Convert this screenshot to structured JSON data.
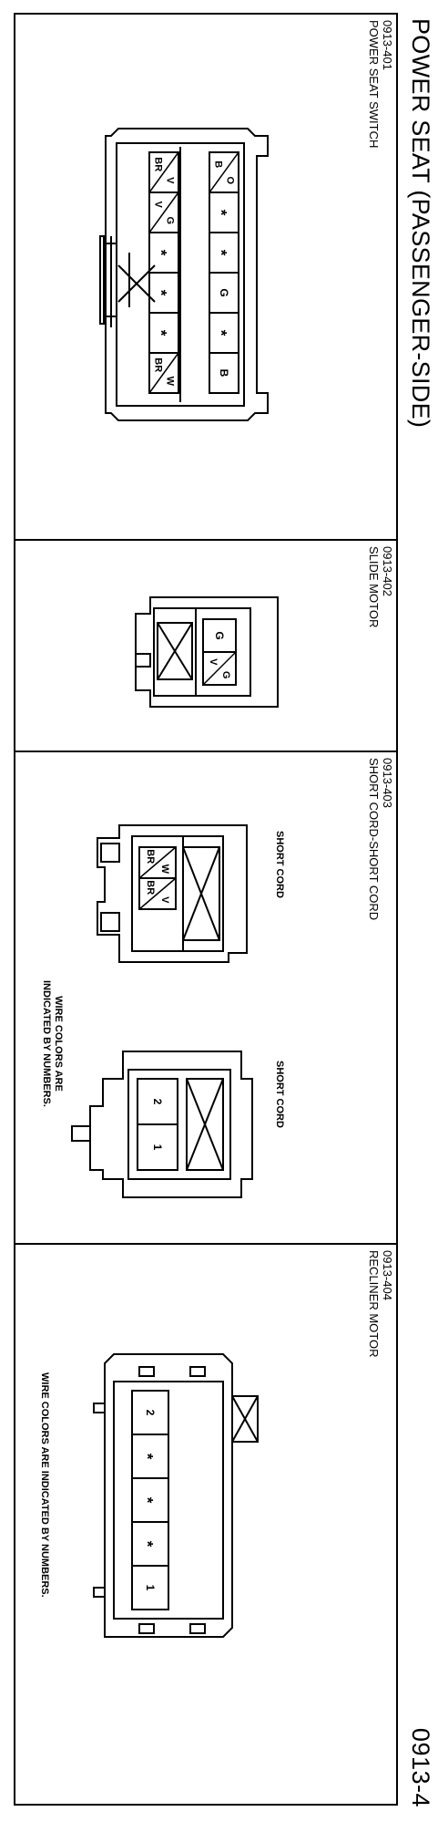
{
  "title": "POWER SEAT (PASSENGER-SIDE)",
  "page_number": "0913-4",
  "panels": [
    {
      "code": "0913-401",
      "name": "POWER SEAT SWITCH",
      "terminals_top": [
        {
          "a": "O",
          "b": "B"
        },
        {
          "a": "*"
        },
        {
          "a": "*"
        },
        {
          "a": "G"
        },
        {
          "a": "*"
        },
        {
          "a": "B"
        }
      ],
      "terminals_bottom": [
        {
          "a": "V",
          "b": "BR"
        },
        {
          "a": "G",
          "b": "V"
        },
        {
          "a": "*"
        },
        {
          "a": "*"
        },
        {
          "a": "*"
        },
        {
          "a": "W",
          "b": "BR"
        }
      ]
    },
    {
      "code": "0913-402",
      "name": "SLIDE MOTOR",
      "terminals": [
        {
          "a": "G"
        },
        {
          "a": "G",
          "b": "V"
        }
      ]
    },
    {
      "code": "0913-403",
      "name": "SHORT CORD-SHORT CORD",
      "connector_labels": [
        "SHORT CORD",
        "SHORT CORD"
      ],
      "female_terminals": [
        {
          "a": "W",
          "b": "BR"
        },
        {
          "a": "V",
          "b": "BR"
        }
      ],
      "male_terminals": [
        {
          "a": "2"
        },
        {
          "a": "1"
        }
      ],
      "note": [
        "WIRE COLORS ARE",
        "INDICATED BY NUMBERS."
      ]
    },
    {
      "code": "0913-404",
      "name": "RECLINER MOTOR",
      "terminals": [
        {
          "a": "2"
        },
        {
          "a": "*"
        },
        {
          "a": "*"
        },
        {
          "a": "*"
        },
        {
          "a": "1"
        }
      ],
      "note": "WIRE COLORS ARE INDICATED BY NUMBERS."
    }
  ]
}
